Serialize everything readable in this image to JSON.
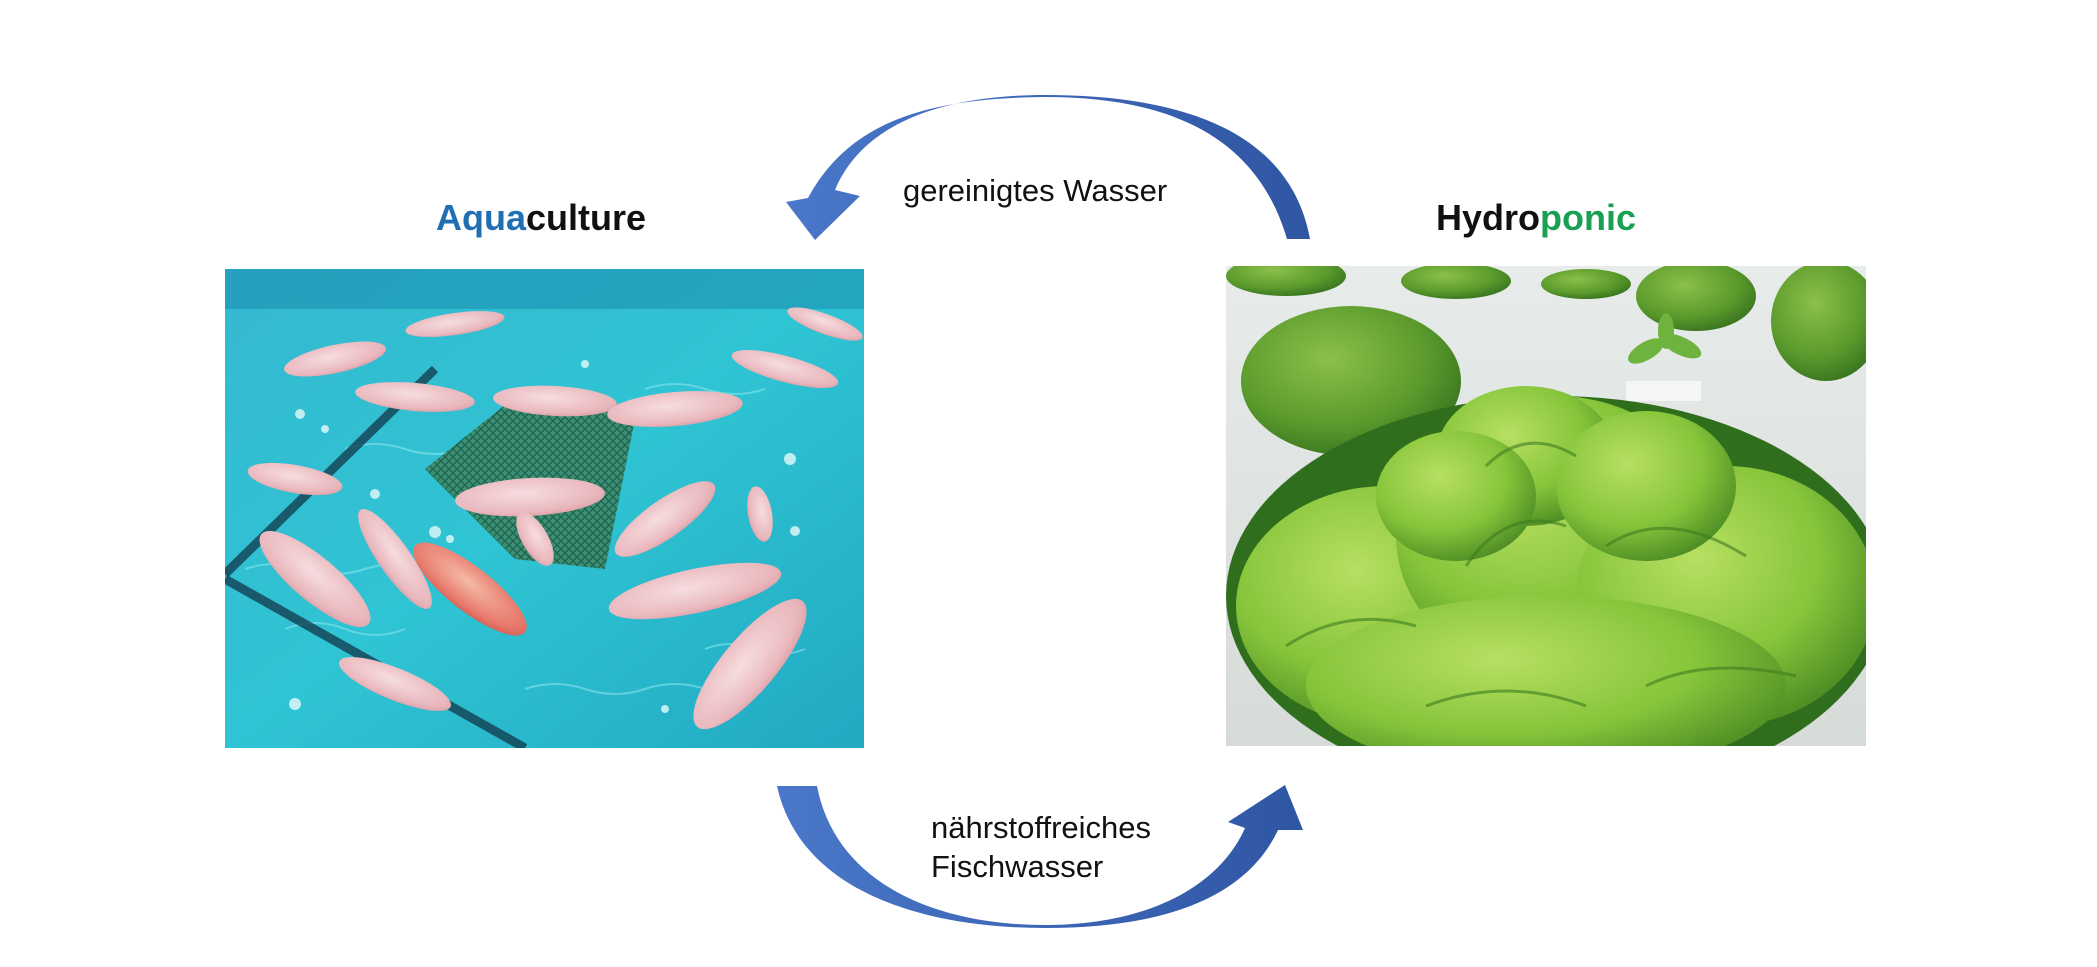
{
  "diagram": {
    "left_title": {
      "highlight": "Aqua",
      "rest": "culture",
      "highlight_color": "#1f6fb2"
    },
    "right_title": {
      "plain": "Hydro",
      "highlight": "ponic",
      "highlight_color": "#1aa053"
    },
    "top_flow_label": "gereinigtes Wasser",
    "bottom_flow_label": [
      "nährstoffreiches",
      "Fischwasser"
    ],
    "arrow_color": "#3f67b8"
  }
}
